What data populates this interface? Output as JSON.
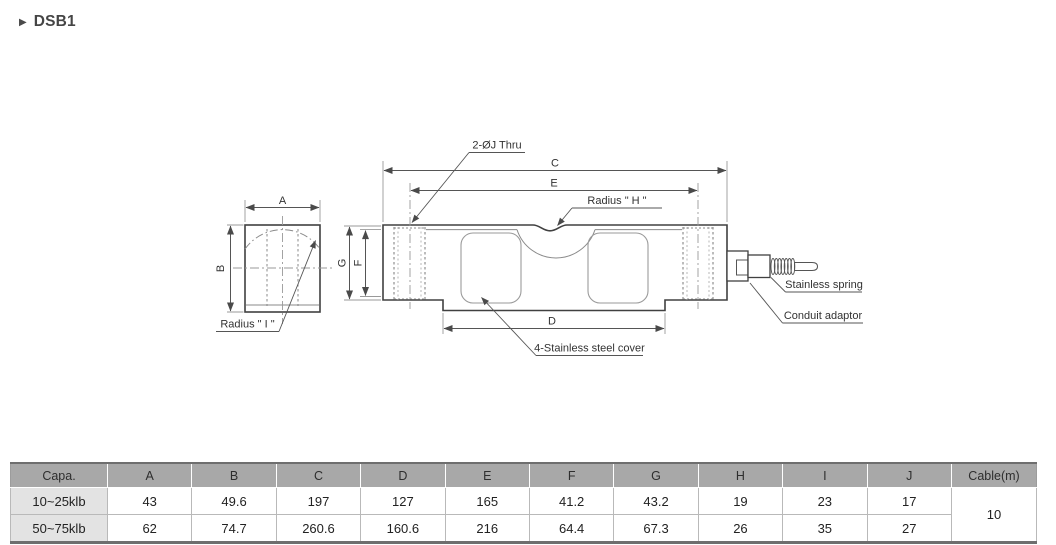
{
  "page": {
    "marker": "▶",
    "title": "DSB1"
  },
  "drawing": {
    "dims": {
      "a": "A",
      "b": "B",
      "c": "C",
      "d": "D",
      "e": "E",
      "f": "F",
      "g": "G"
    },
    "callouts": {
      "thru": "2-ØJ Thru",
      "radius_h": "Radius \" H \"",
      "radius_i": "Radius \" I \"",
      "spring": "Stainless spring",
      "conduit": "Conduit adaptor",
      "cover": "4-Stainless steel cover"
    }
  },
  "table": {
    "headers": [
      "Capa.",
      "A",
      "B",
      "C",
      "D",
      "E",
      "F",
      "G",
      "H",
      "I",
      "J",
      "Cable(m)"
    ],
    "rows": [
      {
        "capa": "10~25klb",
        "values": [
          "43",
          "49.6",
          "197",
          "127",
          "165",
          "41.2",
          "43.2",
          "19",
          "23",
          "17"
        ]
      },
      {
        "capa": "50~75klb",
        "values": [
          "62",
          "74.7",
          "260.6",
          "160.6",
          "216",
          "64.4",
          "67.3",
          "26",
          "35",
          "27"
        ]
      }
    ],
    "cable": "10"
  },
  "colors": {
    "header_bg": "#a8a8a8",
    "row_label_bg": "#e3e3e3",
    "table_border_dark": "#6e6e6e",
    "outline": "#404040",
    "thin_line": "#8a8a8a"
  }
}
